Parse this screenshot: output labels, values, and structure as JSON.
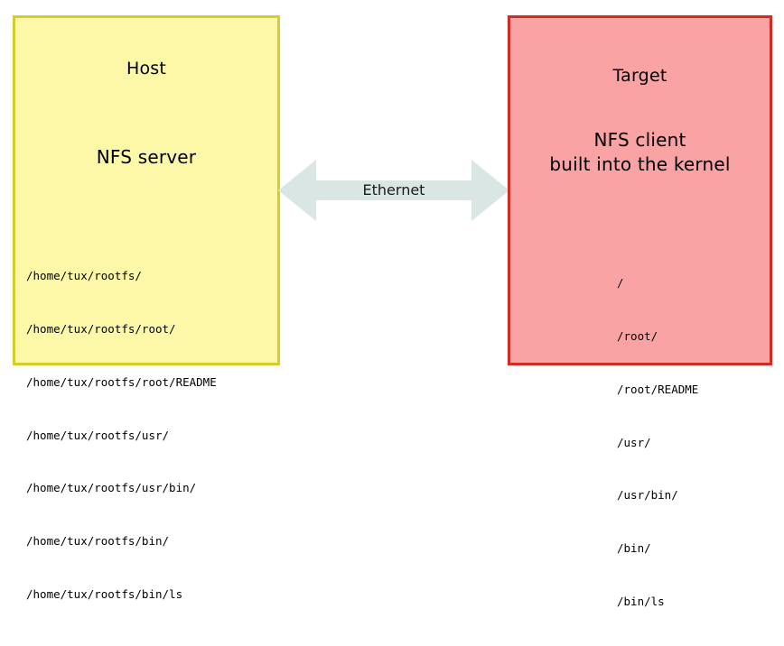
{
  "diagram": {
    "title_semantic": "nfs-host-target-diagram",
    "colors": {
      "host_fill": "#fcf8a8",
      "host_border": "#d6cc2c",
      "target_fill": "#faa3a5",
      "target_border": "#d22a24",
      "arrow_fill": "#d9e6e3",
      "text": "#000000",
      "background": "#ffffff"
    },
    "host": {
      "title": "Host",
      "subtitle": "NFS server",
      "paths": [
        "/home/tux/rootfs/",
        "/home/tux/rootfs/root/",
        "/home/tux/rootfs/root/README",
        "/home/tux/rootfs/usr/",
        "/home/tux/rootfs/usr/bin/",
        "/home/tux/rootfs/bin/",
        "/home/tux/rootfs/bin/ls"
      ]
    },
    "target": {
      "title": "Target",
      "subtitle_line1": "NFS client",
      "subtitle_line2": "built into the kernel",
      "paths": [
        "/",
        "/root/",
        "/root/README",
        "/usr/",
        "/usr/bin/",
        "/bin/",
        "/bin/ls"
      ]
    },
    "connector": {
      "label": "Ethernet",
      "icon": "double-headed-arrow-icon"
    }
  }
}
